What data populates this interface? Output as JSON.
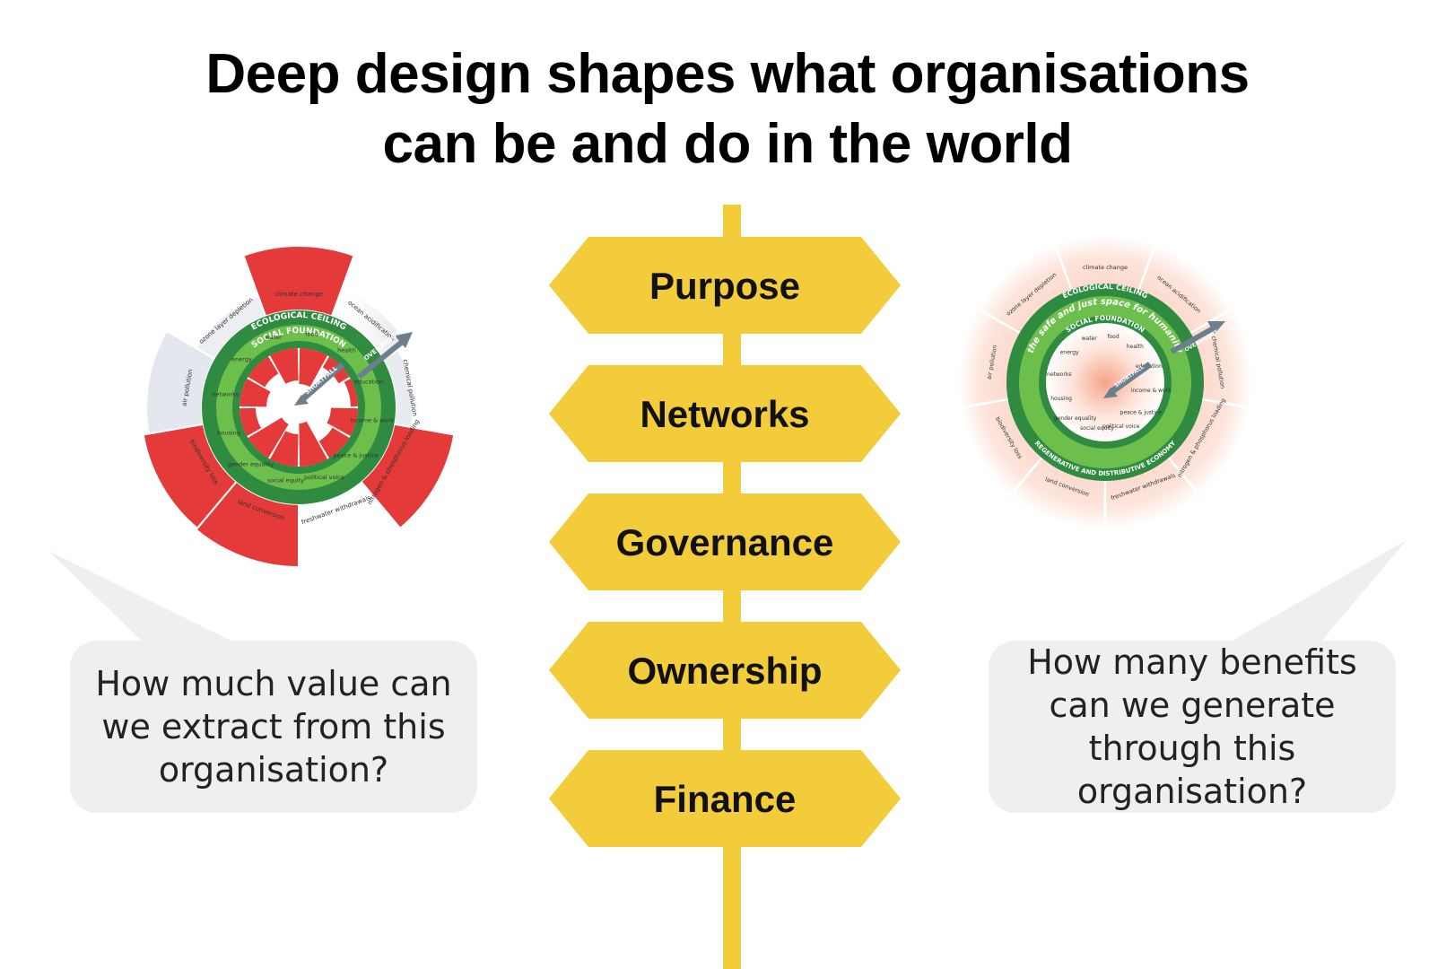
{
  "title": {
    "line1": "Deep design shapes what organisations",
    "line2": "can be and do in the world"
  },
  "signpost": {
    "labels": [
      "Purpose",
      "Networks",
      "Governance",
      "Ownership",
      "Finance"
    ]
  },
  "left_doughnut": {
    "band_outer": "ECOLOGICAL CEILING",
    "band_inner": "SOCIAL FOUNDATION",
    "overshoot": "OVERSHOOT",
    "shortfall": "SHORTFALL",
    "ecological": [
      "climate change",
      "ocean acidification",
      "chemical pollution",
      "nitrogen & phosphorus loading",
      "freshwater withdrawals",
      "land conversion",
      "biodiversity loss",
      "air pollution",
      "ozone layer depletion"
    ],
    "social": [
      "water",
      "food",
      "health",
      "education",
      "income & work",
      "peace & justice",
      "political voice",
      "social equity",
      "gender equality",
      "housing",
      "networks",
      "energy"
    ]
  },
  "right_doughnut": {
    "band_outer": "ECOLOGICAL CEILING",
    "band_inner": "SOCIAL FOUNDATION",
    "safe_space": "the safe and just space for humanity",
    "economy": "REGENERATIVE AND DISTRIBUTIVE ECONOMY",
    "overshoot": "OVERSHOOT",
    "shortfall": "SHORTFALL",
    "ecological": [
      "climate change",
      "ocean acidification",
      "chemical pollution",
      "nitrogen & phosphorus loading",
      "freshwater withdrawals",
      "land conversion",
      "biodiversity loss",
      "air pollution",
      "ozone layer depletion"
    ],
    "social": [
      "water",
      "food",
      "health",
      "education",
      "income & work",
      "peace & justice",
      "political voice",
      "social equity",
      "gender equality",
      "housing",
      "networks",
      "energy"
    ]
  },
  "bubbles": {
    "left": "How much value can we extract from this organisation?",
    "right": "How many benefits can we generate through this organisation?"
  },
  "colors": {
    "sign_yellow": "#f2cc3a",
    "band_green_dark": "#2e8b3f",
    "band_green_light": "#6cbf4b",
    "overshoot_red": "#e53a3a",
    "bubble_gray": "#efefef"
  }
}
